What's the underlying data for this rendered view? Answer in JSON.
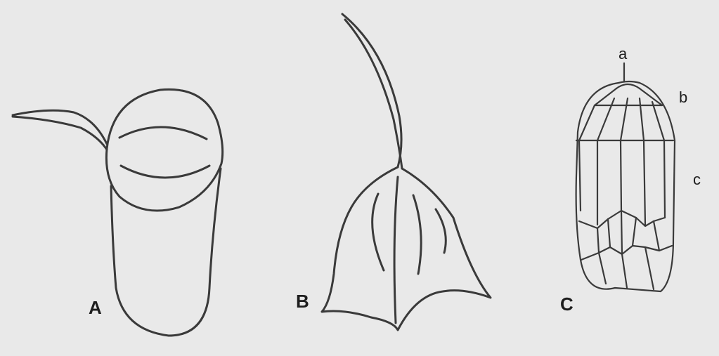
{
  "figure": {
    "colors": {
      "background": "#e9e9e9",
      "stroke": "#3a3a3a",
      "text": "#1e1e1e"
    },
    "panels": [
      {
        "id": "A",
        "label": "A"
      },
      {
        "id": "B",
        "label": "B"
      },
      {
        "id": "C",
        "label": "C",
        "parts": [
          "a",
          "b",
          "c"
        ]
      }
    ]
  }
}
